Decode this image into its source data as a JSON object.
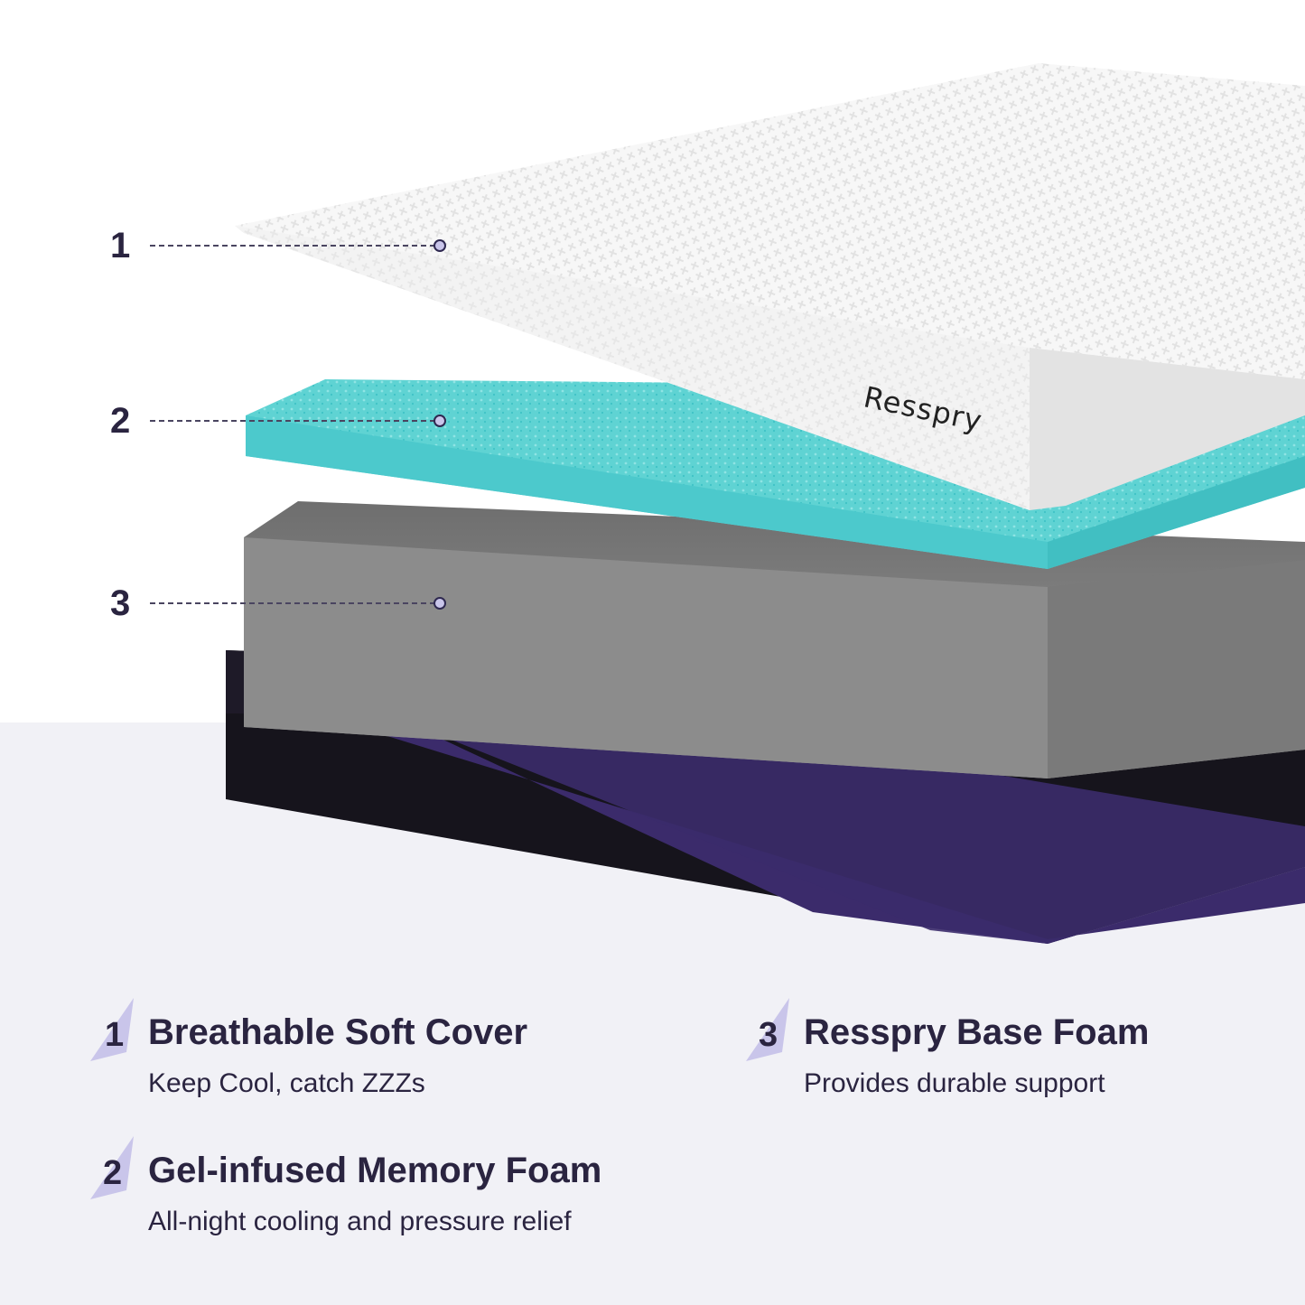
{
  "colors": {
    "background": "#ffffff",
    "floor": "#f1f1f6",
    "text_dark": "#2a2440",
    "cover_white": "#f5f5f5",
    "gel_aqua": "#5fd3d3",
    "base_gray": "#8f8f8f",
    "bottom_purple": "#3b2b6b",
    "bottom_black": "#16141c",
    "accent_lavender": "#c9c5ea"
  },
  "brand": {
    "mark": "Resspry"
  },
  "callouts": [
    {
      "num": "1"
    },
    {
      "num": "2"
    },
    {
      "num": "3"
    }
  ],
  "features": [
    {
      "num": "1",
      "title": "Breathable Soft Cover",
      "desc": "Keep Cool, catch ZZZs",
      "icon": "lavender-triangle-icon"
    },
    {
      "num": "2",
      "title": "Gel-infused Memory Foam",
      "desc": "All-night cooling and pressure relief",
      "icon": "lavender-triangle-icon"
    },
    {
      "num": "3",
      "title": "Resspry Base Foam",
      "desc": "Provides durable support",
      "icon": "lavender-triangle-icon"
    }
  ]
}
